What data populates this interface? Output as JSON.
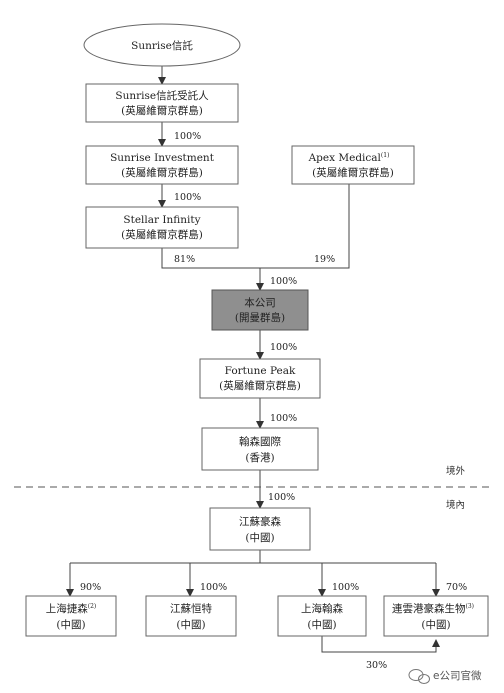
{
  "entities": {
    "sunrise_trust": {
      "line1": "Sunrise信託"
    },
    "trustee": {
      "line1": "Sunrise信託受託人",
      "line2": "(英屬維爾京群島)"
    },
    "sunrise_investment": {
      "line1": "Sunrise Investment",
      "line2": "(英屬維爾京群島)"
    },
    "apex_medical": {
      "line1": "Apex Medical",
      "note": "(1)",
      "line2": "(英屬維爾京群島)"
    },
    "stellar_infinity": {
      "line1": "Stellar Infinity",
      "line2": "(英屬維爾京群島)"
    },
    "company": {
      "line1": "本公司",
      "line2": "(開曼群島)"
    },
    "fortune_peak": {
      "line1": "Fortune Peak",
      "line2": "(英屬維爾京群島)"
    },
    "hanlin_hk": {
      "line1": "翰森國際",
      "line2": "(香港)"
    },
    "jiangsu_haosen": {
      "line1": "江蘇豪森",
      "line2": "(中國)"
    },
    "shanghai_jiesen": {
      "line1": "上海捷森",
      "note": "(2)",
      "line2": "(中國)"
    },
    "jiangsu_hengte": {
      "line1": "江蘇恒特",
      "line2": "(中國)"
    },
    "shanghai_hansen": {
      "line1": "上海翰森",
      "line2": "(中國)"
    },
    "lianyungang": {
      "line1": "連雲港豪森生物",
      "note": "(3)",
      "line2": "(中國)"
    }
  },
  "percentages": {
    "trustee_to_investment": "100%",
    "investment_to_stellar": "100%",
    "stellar_to_company": "81%",
    "apex_to_company": "19%",
    "into_company": "100%",
    "company_to_fortune": "100%",
    "fortune_to_hanlin": "100%",
    "hanlin_to_jiangsu": "100%",
    "to_jiesen": "90%",
    "to_hengte": "100%",
    "to_shanghai_hansen": "100%",
    "to_lianyungang": "70%",
    "hansen_to_lianyungang": "30%"
  },
  "regions": {
    "offshore": "境外",
    "onshore": "境內"
  },
  "watermark": "e公司官微",
  "colors": {
    "company_fill": "#8f8f8f",
    "line": "#444444",
    "box_border": "#666666"
  }
}
